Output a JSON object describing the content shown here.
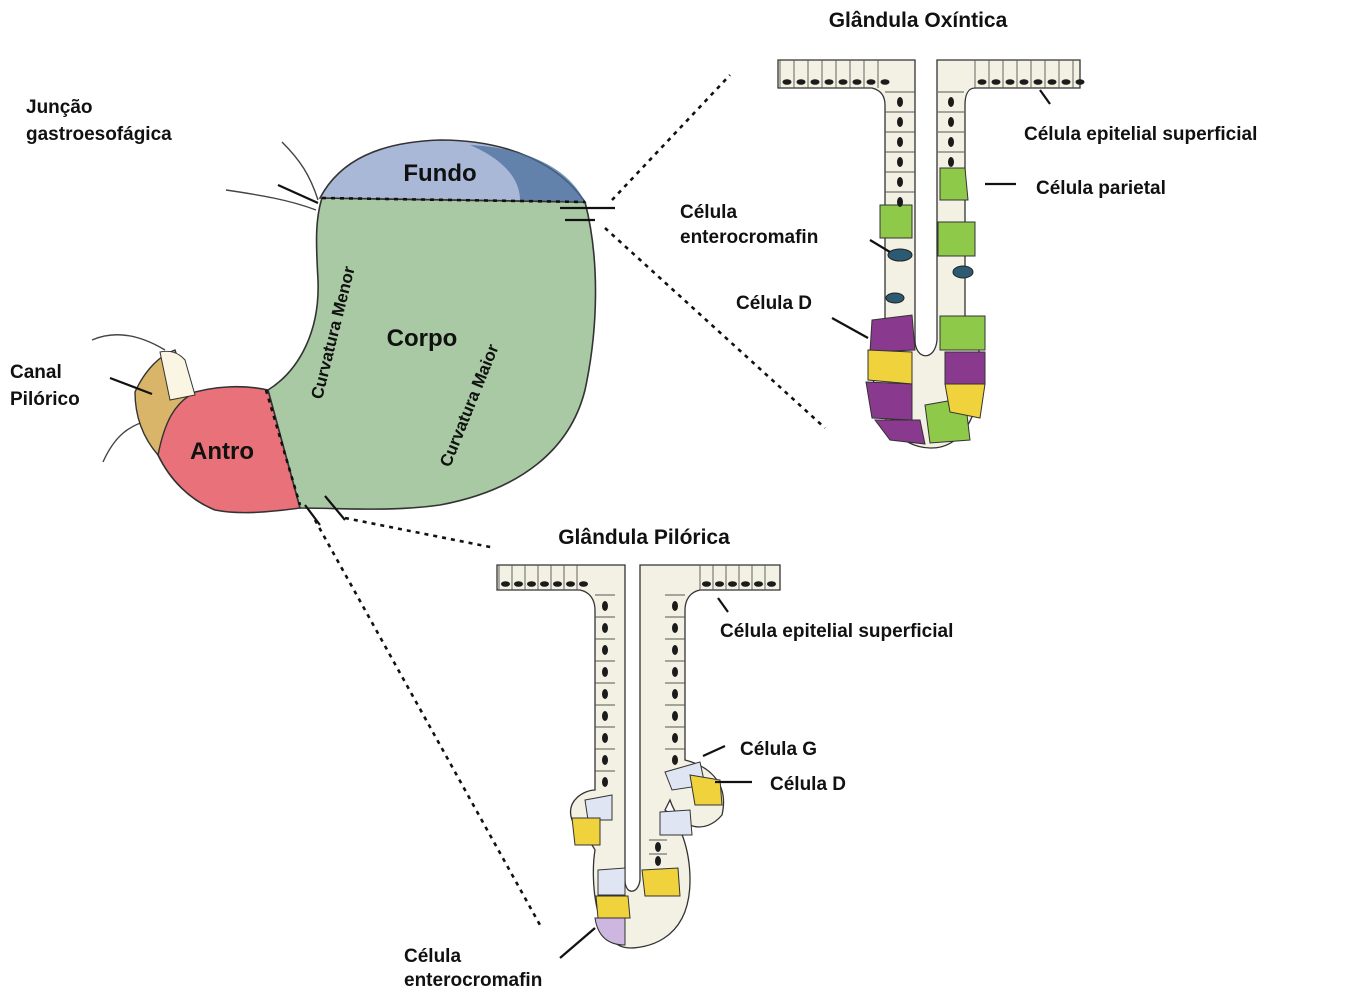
{
  "stomach": {
    "labels": {
      "gej_line1": "Junção",
      "gej_line2": "gastroesofágica",
      "pyloric_canal_line1": "Canal",
      "pyloric_canal_line2": "Pilórico",
      "fundus": "Fundo",
      "body": "Corpo",
      "antrum": "Antro",
      "lesser_curvature": "Curvatura Menor",
      "greater_curvature": "Curvatura Maior"
    },
    "colors": {
      "fundus": "#aab8d8",
      "body": "#a9c9a4",
      "antrum": "#e9727a",
      "pyloric_canal": "#d9b56a"
    }
  },
  "oxyntic_gland": {
    "title": "Glândula Oxíntica",
    "labels": {
      "surface_epithelial": "Célula epitelial superficial",
      "parietal": "Célula parietal",
      "enterochromaffin_line1": "Célula",
      "enterochromaffin_line2": "enterocromafin",
      "d_cell": "Célula D"
    },
    "colors": {
      "parietal": "#8fc94a",
      "d_cell": "#f0d23c",
      "chief": "#8a3a8e",
      "enterochromaffin": "#2c5a73"
    }
  },
  "pyloric_gland": {
    "title": "Glândula Pilórica",
    "labels": {
      "surface_epithelial": "Célula epitelial superficial",
      "g_cell": "Célula G",
      "d_cell": "Célula D",
      "enterochromaffin_line1": "Célula",
      "enterochromaffin_line2": "enterocromafin"
    },
    "colors": {
      "g_cell": "#dfe5f2",
      "d_cell": "#f0d23c",
      "enterochromaffin": "#cdb6df"
    }
  }
}
